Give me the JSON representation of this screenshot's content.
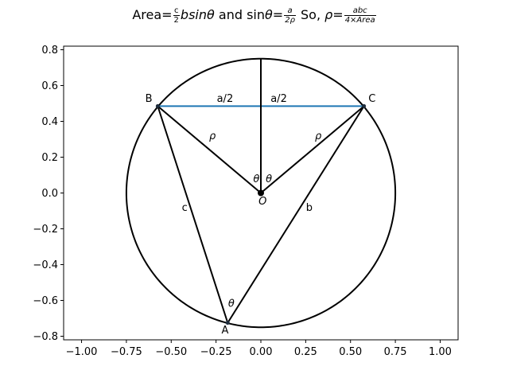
{
  "chart_data": {
    "type": "geometric-diagram",
    "title": {
      "part1": "Area=",
      "frac1_num": "c",
      "frac1_den": "2",
      "part2": "bsin",
      "theta": "θ",
      "part3": " and sin",
      "part4": "=",
      "frac2_num": "a",
      "frac2_den": "2ρ",
      "part5": " So, ",
      "rho": "ρ",
      "part6": "=",
      "frac3_num": "abc",
      "frac3_den": "4×Area"
    },
    "xlim": [
      -1.1,
      1.1
    ],
    "ylim": [
      -0.82,
      0.82
    ],
    "x_ticks": [
      -1.0,
      -0.75,
      -0.5,
      -0.25,
      0.0,
      0.25,
      0.5,
      0.75,
      1.0
    ],
    "x_tick_labels": [
      "−1.00",
      "−0.75",
      "−0.50",
      "−0.25",
      "0.00",
      "0.25",
      "0.50",
      "0.75",
      "1.00"
    ],
    "y_ticks": [
      -0.8,
      -0.6,
      -0.4,
      -0.2,
      0.0,
      0.2,
      0.4,
      0.6,
      0.8
    ],
    "y_tick_labels": [
      "−0.8",
      "−0.6",
      "−0.4",
      "−0.2",
      "0.0",
      "0.2",
      "0.4",
      "0.6",
      "0.8"
    ],
    "circle": {
      "center": [
        0.0,
        0.0
      ],
      "radius": 0.75,
      "color": "#000000"
    },
    "points": [
      {
        "name": "A",
        "label": "A",
        "x": -0.185,
        "y": -0.725
      },
      {
        "name": "B",
        "label": "B",
        "x": -0.575,
        "y": 0.485
      },
      {
        "name": "C",
        "label": "C",
        "x": 0.575,
        "y": 0.485
      },
      {
        "name": "O",
        "label": "O",
        "x": 0.0,
        "y": 0.0
      }
    ],
    "segments": [
      {
        "name": "segment-bc",
        "from": [
          -0.575,
          0.485
        ],
        "to": [
          0.575,
          0.485
        ],
        "color": "#1f77b4"
      },
      {
        "name": "segment-ab",
        "from": [
          -0.185,
          -0.725
        ],
        "to": [
          -0.575,
          0.485
        ],
        "color": "#000000"
      },
      {
        "name": "segment-ac",
        "from": [
          -0.185,
          -0.725
        ],
        "to": [
          0.575,
          0.485
        ],
        "color": "#000000"
      },
      {
        "name": "segment-ob",
        "from": [
          0.0,
          0.0
        ],
        "to": [
          -0.575,
          0.485
        ],
        "color": "#000000"
      },
      {
        "name": "segment-oc",
        "from": [
          0.0,
          0.0
        ],
        "to": [
          0.575,
          0.485
        ],
        "color": "#000000"
      },
      {
        "name": "segment-o-perpendicular",
        "from": [
          0.0,
          0.0
        ],
        "to": [
          0.0,
          0.75
        ],
        "color": "#000000"
      }
    ],
    "annotations": [
      {
        "name": "label-a-half-left",
        "text": "a/2",
        "x": -0.2,
        "y": 0.51,
        "italic": false
      },
      {
        "name": "label-a-half-right",
        "text": "a/2",
        "x": 0.1,
        "y": 0.51,
        "italic": false
      },
      {
        "name": "label-rho-left",
        "text": "ρ",
        "x": -0.27,
        "y": 0.3,
        "italic": true
      },
      {
        "name": "label-rho-right",
        "text": "ρ",
        "x": 0.32,
        "y": 0.3,
        "italic": true
      },
      {
        "name": "label-theta-left",
        "text": "θ",
        "x": -0.025,
        "y": 0.06,
        "italic": true
      },
      {
        "name": "label-theta-right",
        "text": "θ",
        "x": 0.045,
        "y": 0.06,
        "italic": true
      },
      {
        "name": "label-c",
        "text": "c",
        "x": -0.425,
        "y": -0.1,
        "italic": false
      },
      {
        "name": "label-b",
        "text": "b",
        "x": 0.27,
        "y": -0.1,
        "italic": false
      },
      {
        "name": "label-theta-a",
        "text": "θ",
        "x": -0.165,
        "y": -0.635,
        "italic": true
      },
      {
        "name": "label-point-a",
        "text": "A",
        "x": -0.2,
        "y": -0.785,
        "italic": false
      },
      {
        "name": "label-point-b",
        "text": "B",
        "x": -0.625,
        "y": 0.51,
        "italic": false
      },
      {
        "name": "label-point-c",
        "text": "C",
        "x": 0.62,
        "y": 0.51,
        "italic": false
      },
      {
        "name": "label-point-o",
        "text": "O",
        "x": 0.01,
        "y": -0.065,
        "italic": true
      }
    ],
    "grid": false,
    "legend": "none"
  }
}
